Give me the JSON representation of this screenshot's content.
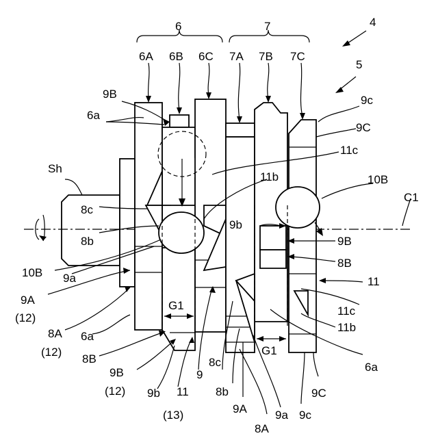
{
  "labels": {
    "n4": "4",
    "n5": "5",
    "n6": "6",
    "n7": "7",
    "n6A": "6A",
    "n6B": "6B",
    "n6C": "6C",
    "n7A": "7A",
    "n7B": "7B",
    "n7C": "7C",
    "n9B_top": "9B",
    "n6a_top": "6a",
    "n9c_top": "9c",
    "n9C_top": "9C",
    "n11c_top": "11c",
    "n11b_top": "11b",
    "n10B_right": "10B",
    "nC1": "C1",
    "nSh": "Sh",
    "n8c_left": "8c",
    "n8b_left": "8b",
    "n10B_left": "10B",
    "n9a_left": "9a",
    "n9A_left": "9A",
    "n12_a": "(12)",
    "n8A_left": "8A",
    "n12_b": "(12)",
    "n6a_left": "6a",
    "n8B_left": "8B",
    "n9B_bot": "9B",
    "n12_c": "(12)",
    "n9b_bot": "9b",
    "n11_bot": "11",
    "n13": "(13)",
    "n9_bot": "9",
    "nG1_left": "G1",
    "nG1_right": "G1",
    "n9b_mid": "9b",
    "n9B_mid": "9B",
    "n8B_mid": "8B",
    "n11_right": "11",
    "n11c_right": "11c",
    "n11b_right": "11b",
    "n6a_right": "6a",
    "n8c_mid": "8c",
    "n8b_mid": "8b",
    "n9A_mid": "9A",
    "n8A_mid": "8A",
    "n9a_mid": "9a",
    "n9c_bot": "9c",
    "n9C_bot": "9C"
  }
}
